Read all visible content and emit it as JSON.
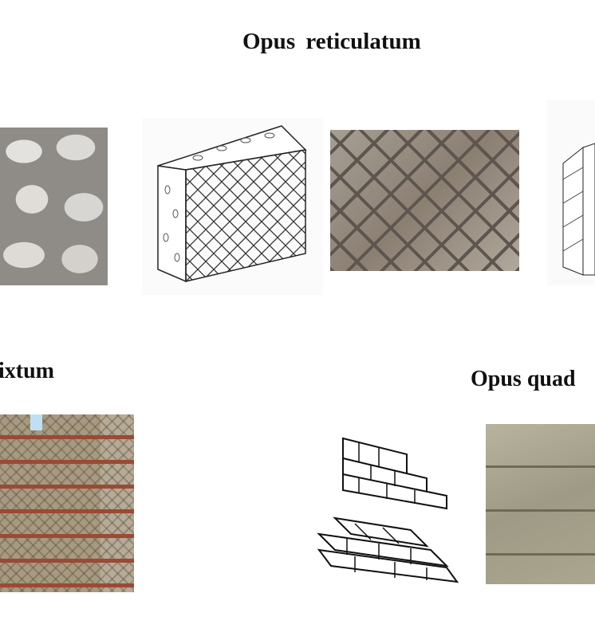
{
  "titles": {
    "reticulatum": "Opus  reticulatum",
    "mixtum_partial": "ixtum",
    "quadratum_partial": "Opus quad"
  },
  "images": {
    "stones_photo": "opus-incertum-photo",
    "reticulatum_drawing": "opus-reticulatum-drawing",
    "reticulatum_photo": "opus-reticulatum-photo",
    "partial_drawing": "wall-section-drawing",
    "mixtum_photo": "opus-mixtum-photo",
    "quadratum_drawings": "block-courses-drawings",
    "quadratum_photo": "opus-quadratum-photo"
  }
}
